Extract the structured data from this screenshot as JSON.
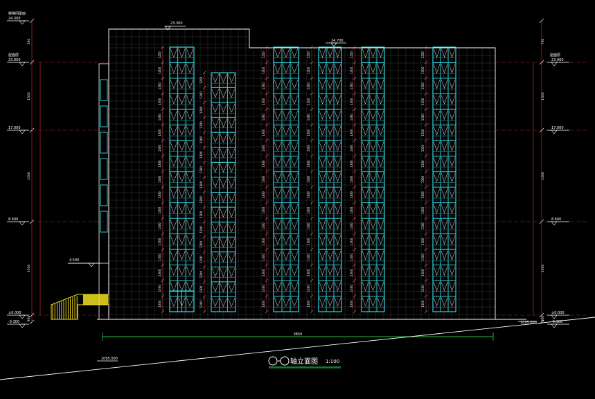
{
  "drawing": {
    "title": "轴立面图",
    "scale": "1:100",
    "axis_from": "",
    "axis_to": "",
    "subtitle": "",
    "total_width_dim": "3850"
  },
  "colors": {
    "background": "#000000",
    "grid": "#4a4a4a",
    "outline": "#ffffff",
    "window": "#33e6ee",
    "dimension": "#e03030",
    "level_text": "#ffffff",
    "stair": "#f0e020",
    "axis_line": "#20c040",
    "title_underline": "#20c040"
  },
  "left_levels": [
    {
      "label": "24.300",
      "note": "楼梯间屋面"
    },
    {
      "label": "23.000",
      "note": "屋面层"
    },
    {
      "label": "17.000",
      "note": ""
    },
    {
      "label": "8.600",
      "note": ""
    },
    {
      "label": "±0.000",
      "note": ""
    },
    {
      "label": "-0.300",
      "note": ""
    }
  ],
  "right_levels": [
    {
      "label": "23.000",
      "note": "屋面层"
    },
    {
      "label": "17.000",
      "note": ""
    },
    {
      "label": "8.600",
      "note": ""
    },
    {
      "label": "±0.000",
      "note": ""
    },
    {
      "label": "-0.300",
      "note": ""
    }
  ],
  "top_marks": [
    {
      "label": "23.300"
    },
    {
      "label": "24.700"
    }
  ],
  "canopy_mark": {
    "label": "4.500"
  },
  "base_mark_left": {
    "label": "1095.000"
  },
  "base_mark_right": {
    "label": "1095.000"
  },
  "left_dims": [
    "300",
    "1300",
    "1500",
    "2300",
    "900",
    "300"
  ],
  "right_dims": [
    "700",
    "1300",
    "1500",
    "2300",
    "900",
    "300"
  ],
  "window_row_dims": [
    "1250",
    "1300",
    "1300",
    "1300",
    "1300",
    "1300",
    "1300",
    "1300",
    "1300",
    "1300",
    "1300",
    "1300",
    "1300",
    "1300",
    "1300",
    "1300",
    "1300",
    "1300",
    "900"
  ],
  "window_columns": [
    {
      "name": "window-column-1",
      "cols": 3,
      "rows": 17,
      "has_door": true
    },
    {
      "name": "window-column-2",
      "cols": 3,
      "rows": 16,
      "has_door": false
    },
    {
      "name": "window-column-3",
      "cols": 3,
      "rows": 17,
      "has_door": false
    },
    {
      "name": "window-column-4",
      "cols": 3,
      "rows": 17,
      "has_door": false
    },
    {
      "name": "window-column-5",
      "cols": 3,
      "rows": 17,
      "has_door": false
    },
    {
      "name": "window-column-6",
      "cols": 3,
      "rows": 17,
      "has_door": false
    }
  ]
}
